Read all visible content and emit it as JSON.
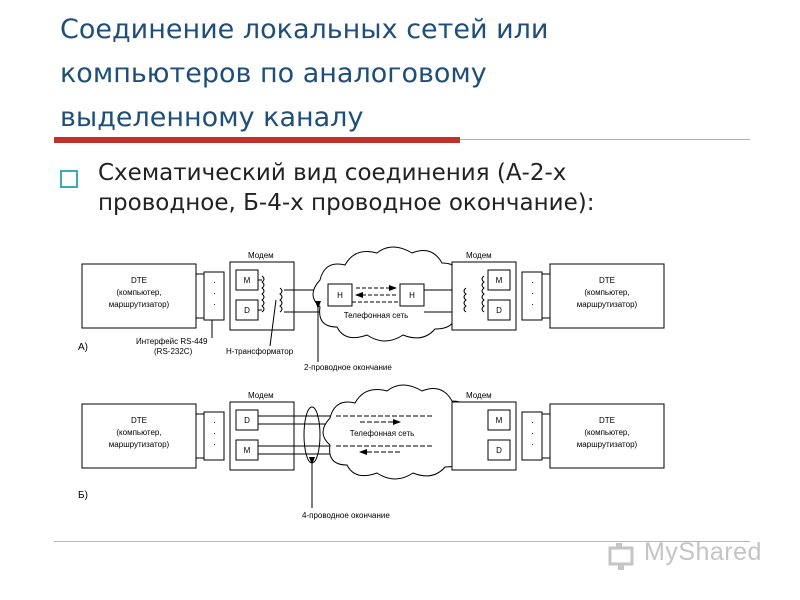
{
  "slide": {
    "title_lines": [
      "Соединение локальных сетей или",
      "компьютеров по аналоговому",
      "выделенному каналу"
    ],
    "bullet_lines": [
      "Схематический вид соединения (А-2-х",
      "проводное, Б-4-х проводное окончание):"
    ]
  },
  "diagram": {
    "modem_label": "Модем",
    "dte_line1": "DTE",
    "dte_line2": "(компьютер,",
    "dte_line3": "маршрутизатор)",
    "m_label": "M",
    "d_label": "D",
    "h_label": "H",
    "network_label": "Телефонная сеть",
    "interface_line1": "Интерфейс RS-449",
    "interface_line2": "(RS-232C)",
    "transformer_label": "H-трансформатор",
    "two_wire_label": "2-проводное окончание",
    "four_wire_label": "4-проводное окончание",
    "label_a": "А)",
    "label_b": "Б)",
    "dots": "·"
  },
  "logo": {
    "text": "MyShared"
  }
}
